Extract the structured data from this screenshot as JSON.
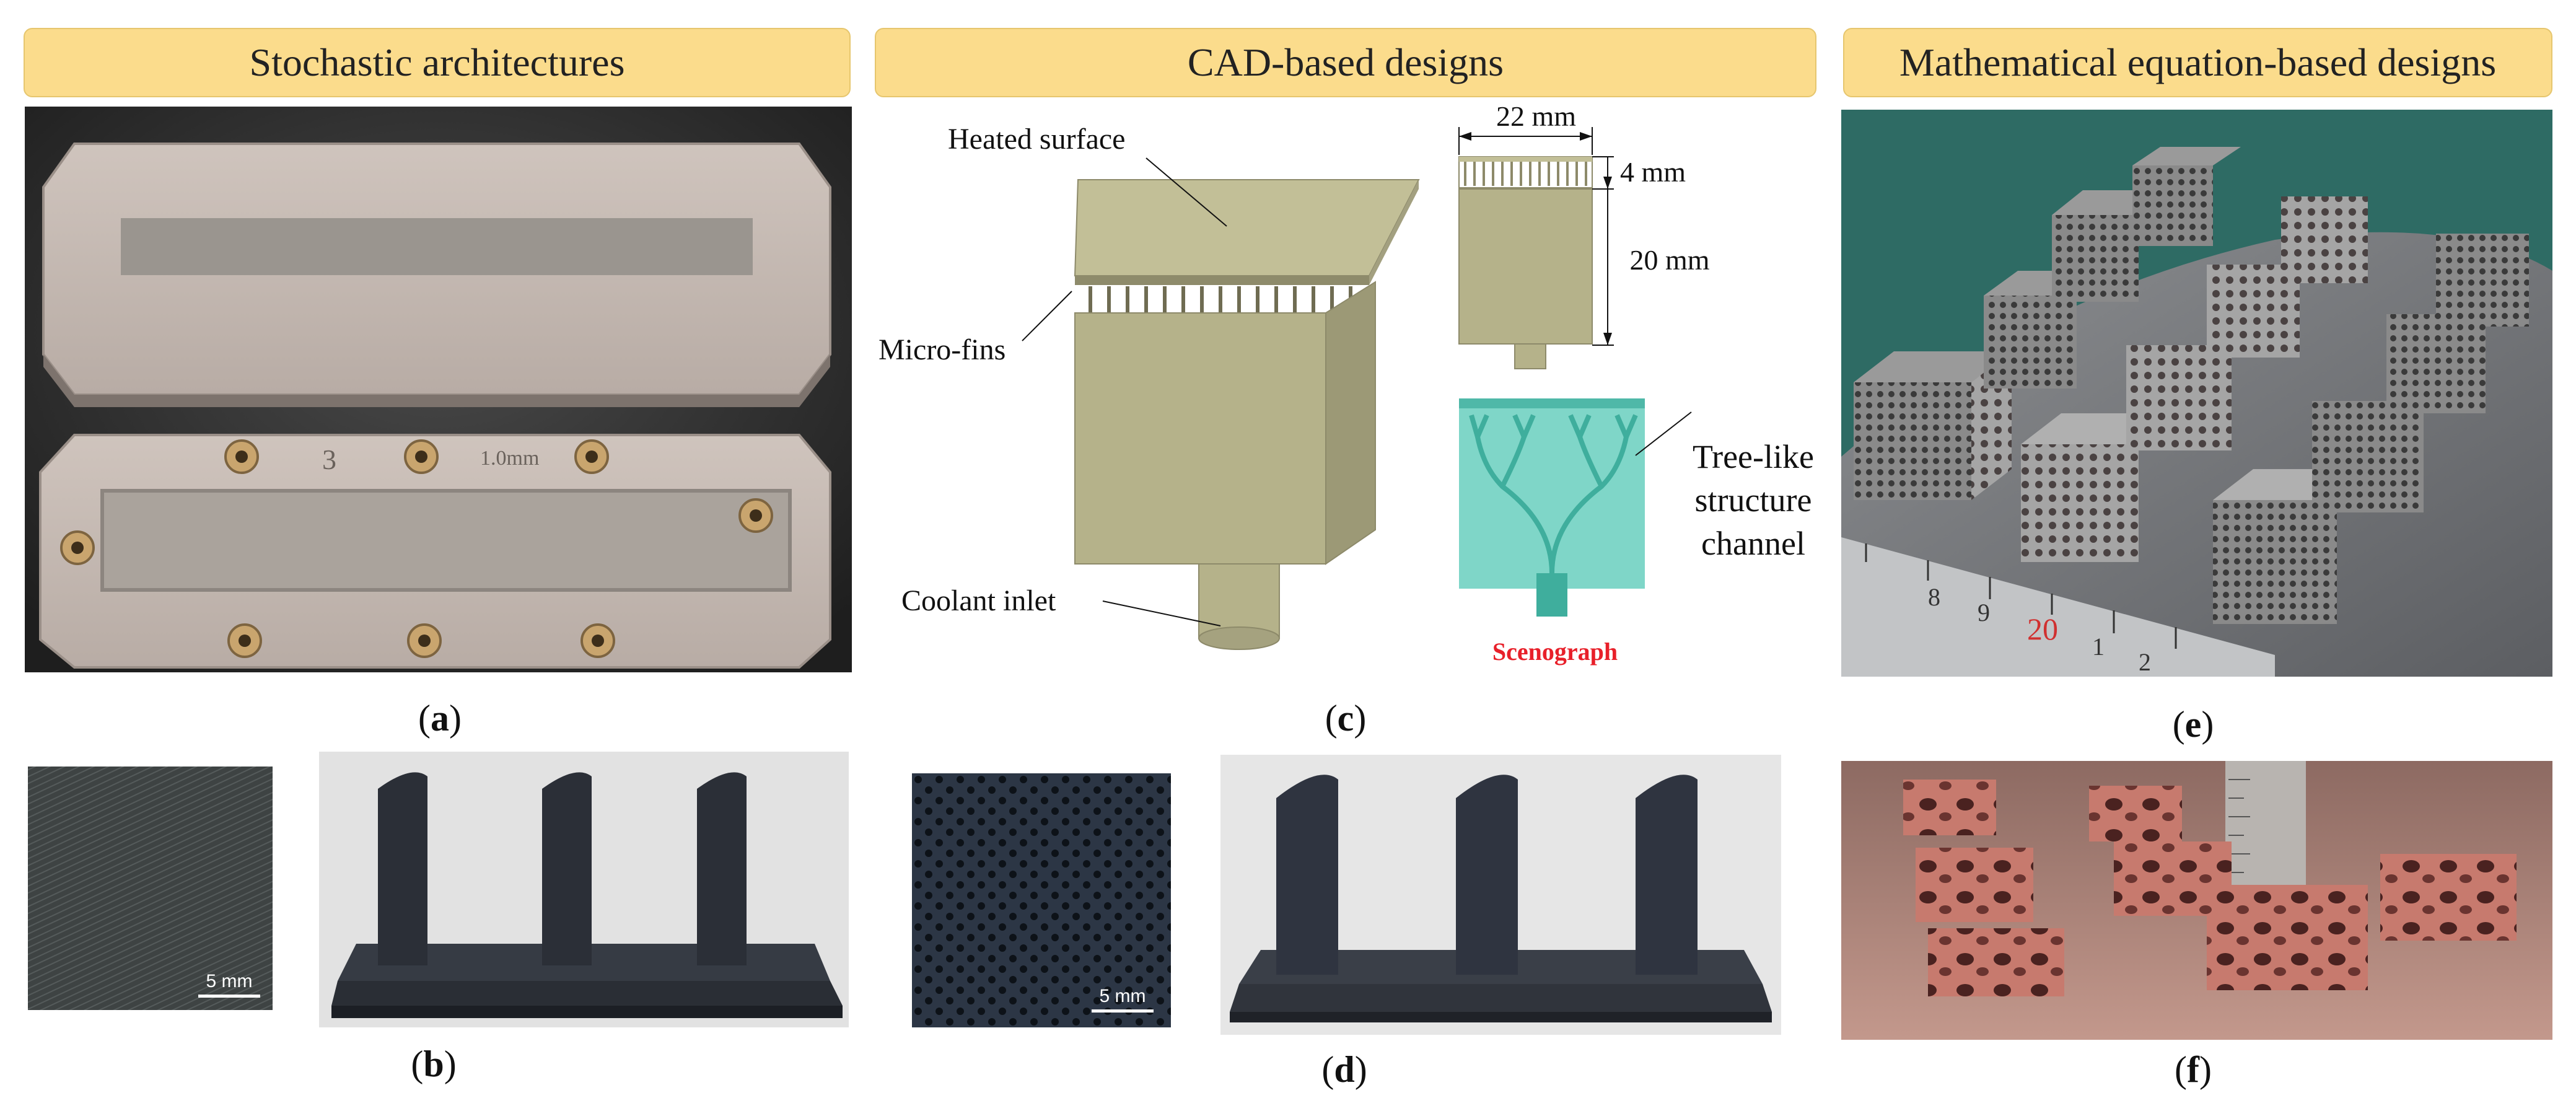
{
  "headers": {
    "left": "Stochastic architectures",
    "middle": "CAD-based designs",
    "right": "Mathematical equation-based designs"
  },
  "captions": {
    "a": "a",
    "b": "b",
    "c": "c",
    "d": "d",
    "e": "e",
    "f": "f"
  },
  "plate_labels": {
    "number": "3",
    "thickness": "1.0mm"
  },
  "scale_bars": {
    "b": "5 mm",
    "d": "5 mm"
  },
  "cad": {
    "heated_surface": "Heated surface",
    "micro_fins": "Micro-fins",
    "coolant_inlet": "Coolant inlet",
    "dim_width": "22 mm",
    "dim_fin": "4 mm",
    "dim_body": "20 mm",
    "tree_label": [
      "Tree-like",
      "structure",
      "channel"
    ],
    "scenograph": "Scenograph"
  },
  "ruler_labels": [
    "8",
    "9",
    "20",
    "1",
    "2"
  ],
  "colors": {
    "header_fill": "#fbdc8c",
    "cad_body": "#b5b28a",
    "tree_fill": "#5cc6b6",
    "scenograph_text": "#e8202a",
    "lattice_metal": "#9a9a9a",
    "gyroid_copper": "#c77a6e"
  }
}
